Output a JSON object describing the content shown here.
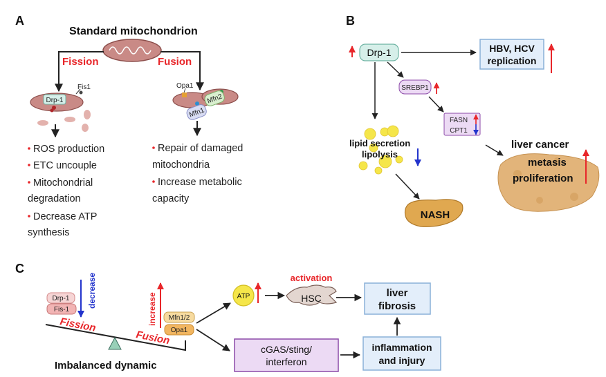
{
  "panel_a": {
    "letter": "A",
    "title": "Standard mitochondrion",
    "fission": "Fission",
    "fusion": "Fusion",
    "drp1": "Drp-1",
    "fis1": "Fis1",
    "opa1": "Opa1",
    "mfn1": "Mfn1",
    "mfn2": "Mfn2",
    "fission_effects": [
      "ROS production",
      "ETC uncouple",
      "Mitochondrial",
      "degradation",
      "Decrease  ATP",
      "synthesis"
    ],
    "fusion_effects": [
      "Repair of damaged",
      "mitochondria",
      "Increase metabolic",
      "capacity"
    ]
  },
  "panel_b": {
    "letter": "B",
    "drp1": "Drp-1",
    "virus_line1": "HBV, HCV",
    "virus_line2": "replication",
    "srebp1": "SREBP1",
    "fasn": "FASN",
    "cpt1": "CPT1",
    "lipid_line1": "lipid secretion",
    "lipid_line2": "lipolysis",
    "nash": "NASH",
    "cancer_title": "liver cancer",
    "cancer_line1": "metasis",
    "cancer_line2": "proliferation"
  },
  "panel_c": {
    "letter": "C",
    "drp1": "Drp-1",
    "fis1": "Fis-1",
    "decrease": "decrease",
    "fission": "Fission",
    "increase": "increase",
    "fusion": "Fusion",
    "mfn12": "Mfn1/2",
    "opa1": "Opa1",
    "imbalance": "Imbalanced dynamic",
    "atp": "ATP",
    "activation": "activation",
    "hsc": "HSC",
    "fibrosis_line1": "liver",
    "fibrosis_line2": "fibrosis",
    "cgas_line1": "cGAS/sting/",
    "cgas_line2": "interferon",
    "inflam_line1": "inflammation",
    "inflam_line2": "and injury"
  },
  "colors": {
    "red": "#e8262a",
    "blue": "#2233cc",
    "mito": "#c98a86",
    "drp_fill": "#d6efe9",
    "purple_fill": "#ecdaf4",
    "purple_stroke": "#8c4aa8",
    "blue_box_fill": "#e3eefa",
    "blue_box_stroke": "#8ab0d8",
    "liver": "#e0a850",
    "orange": "#f2b660",
    "yellow": "#f5e64a"
  },
  "icons": [
    "mitochondrion-icon",
    "liver-icon",
    "lipid-droplet-icon",
    "hepatic-stellate-cell-icon",
    "seesaw-icon"
  ]
}
